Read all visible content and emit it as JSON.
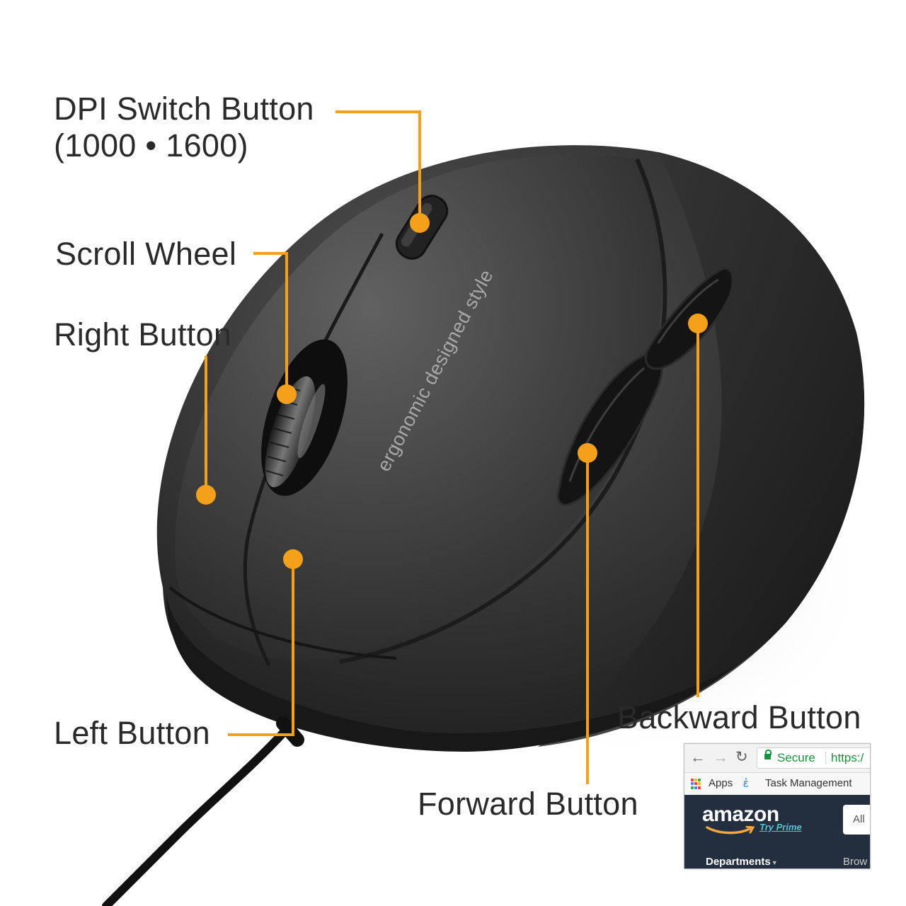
{
  "callouts": {
    "dpi_switch": {
      "line1": "DPI Switch Button",
      "line2": "(1000 • 1600)"
    },
    "scroll_wheel": "Scroll Wheel",
    "right_button": "Right Button",
    "left_button": "Left Button",
    "forward_button": "Forward Button",
    "backward_button": "Backward Button"
  },
  "mouse": {
    "surface_text": "ergonomic designed style"
  },
  "colors": {
    "callout_orange": "#f5a01a",
    "label_text": "#2a2a2a",
    "mouse_body": "#3a3a3a"
  },
  "browser_inset": {
    "back_icon": "←",
    "forward_icon": "→",
    "reload_icon": "↻",
    "secure_label": "Secure",
    "url": "https:/",
    "apps_label": "Apps",
    "task_icon": "Ἓ",
    "bookmark_label": "Task Management",
    "amazon_logo": "amazon",
    "try_prime": "Try Prime",
    "search_placeholder": "All",
    "departments": "Departments",
    "departments_caret": "▾",
    "browse": "Brow",
    "colors": {
      "header": "#232f3e",
      "secure_green": "#1e8e3e",
      "prime_blue": "#5dbcd2",
      "smile_orange": "#f7a73c"
    }
  }
}
